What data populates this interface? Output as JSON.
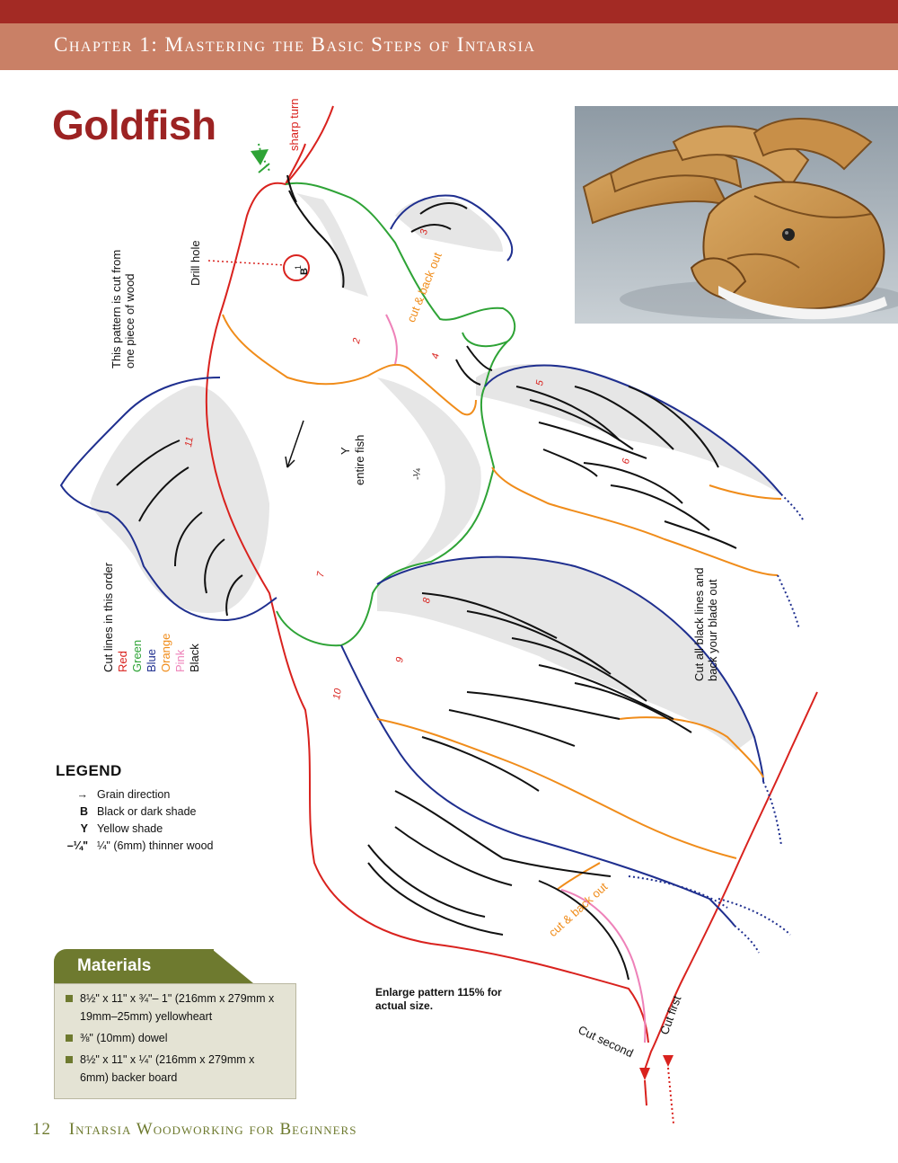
{
  "header": {
    "chapter_title": "Chapter 1: Mastering the Basic Steps of Intarsia"
  },
  "title": "Goldfish",
  "photo": {
    "subject": "finished goldfish intarsia piece"
  },
  "pattern_labels": {
    "sharp_turn": "sharp turn",
    "drill_hole": "Drill hole",
    "one_piece": "This pattern is cut from one piece of wood",
    "cut_back_out": "cut & back out",
    "entire_fish": "entire fish",
    "y": "Y",
    "minus_quarter": "-¼",
    "one_b": "1",
    "b": "B",
    "cut_black_lines": "Cut all black lines and back your blade out",
    "cut_first": "Cut first",
    "cut_second": "Cut second",
    "enlarge": "Enlarge pattern 115% for actual size."
  },
  "piece_numbers": [
    "2",
    "3",
    "4",
    "5",
    "6",
    "7",
    "8",
    "9",
    "10",
    "11"
  ],
  "cut_order": {
    "heading": "Cut lines in this order",
    "items": [
      {
        "label": "Red",
        "color": "#d9221e"
      },
      {
        "label": "Green",
        "color": "#2ea336"
      },
      {
        "label": "Blue",
        "color": "#1f2f8f"
      },
      {
        "label": "Orange",
        "color": "#f08c1a"
      },
      {
        "label": "Pink",
        "color": "#ee82b9"
      },
      {
        "label": "Black",
        "color": "#111111"
      }
    ]
  },
  "legend": {
    "title": "LEGEND",
    "rows": [
      {
        "symbol": "→",
        "text": "Grain direction"
      },
      {
        "symbol": "B",
        "text": "Black or dark shade"
      },
      {
        "symbol": "Y",
        "text": "Yellow shade"
      },
      {
        "symbol": "–¼\"",
        "text": "¼\" (6mm) thinner wood"
      }
    ]
  },
  "materials": {
    "title": "Materials",
    "items": [
      "8½\" x 11\" x ¾\"– 1\" (216mm x 279mm x 19mm–25mm) yellowheart",
      "⅜\" (10mm) dowel",
      "8½\" x 11\" x ¼\" (216mm x 279mm x 6mm) backer board"
    ]
  },
  "footer": {
    "page_number": "12",
    "book_title": "Intarsia Woodworking for Beginners"
  },
  "colors": {
    "header_red": "#a32a24",
    "header_band": "#c98066",
    "title_red": "#9c2323",
    "materials_green": "#6e7a2f"
  }
}
